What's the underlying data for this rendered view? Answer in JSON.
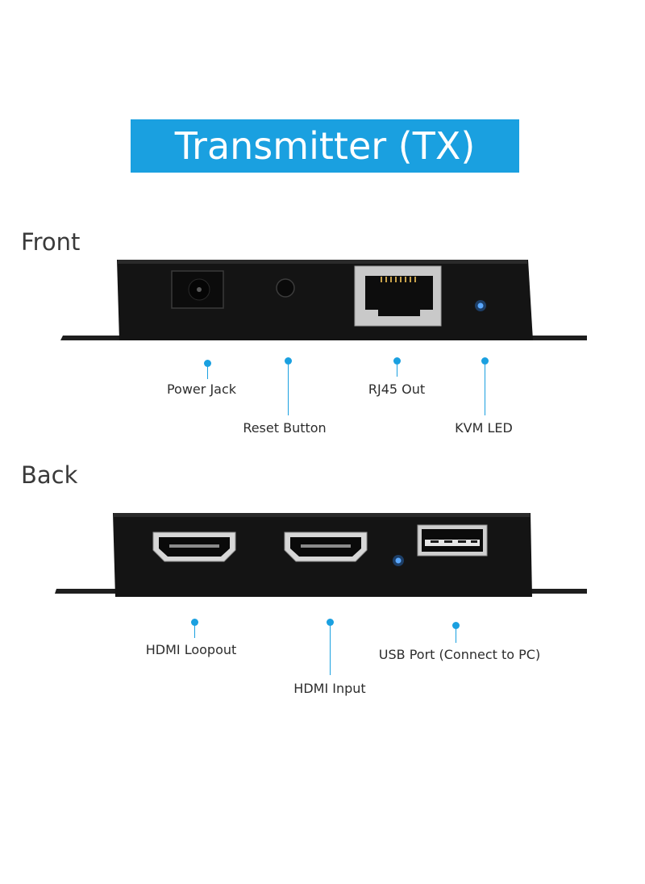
{
  "theme": {
    "accent": "#1aa0e0",
    "led": "#2f8dff",
    "device_body": "#151515"
  },
  "title": "Transmitter (TX)",
  "front": {
    "heading": "Front",
    "labels": {
      "power_jack": "Power Jack",
      "reset_button": "Reset Button",
      "rj45_out": "RJ45 Out",
      "kvm_led": "KVM LED"
    }
  },
  "back": {
    "heading": "Back",
    "labels": {
      "hdmi_loopout": "HDMI Loopout",
      "hdmi_input": "HDMI Input",
      "usb_port": "USB Port (Connect to PC)"
    }
  },
  "icons": [
    "power-jack-port",
    "reset-button",
    "rj45-port",
    "led-indicator",
    "hdmi-port",
    "usb-port"
  ]
}
